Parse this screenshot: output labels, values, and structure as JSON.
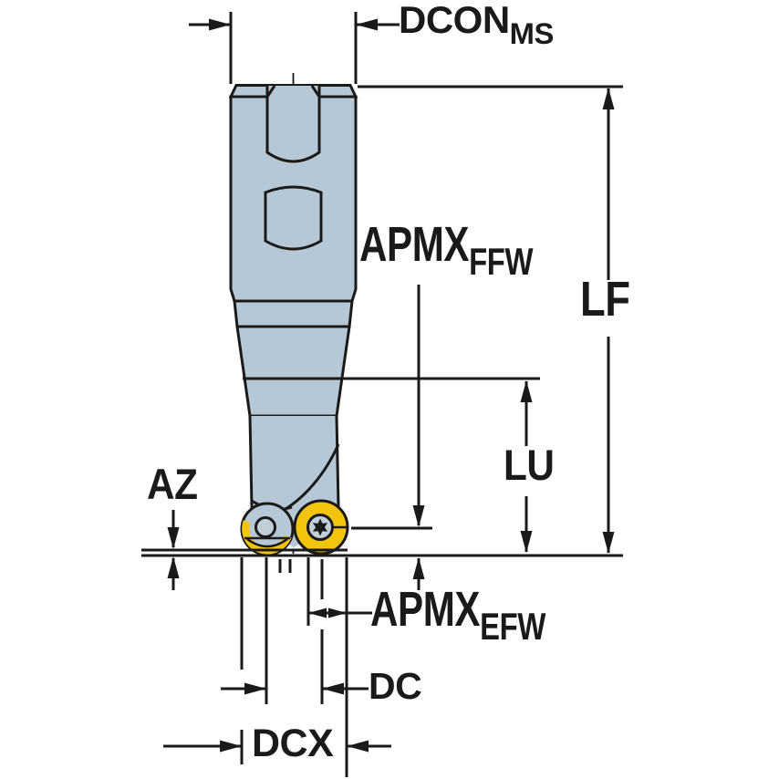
{
  "diagram": {
    "type": "technical-dimension-drawing",
    "subject": "round-insert ball nose milling cutter side view with dimension callouts",
    "colors": {
      "line": "#1a1a1a",
      "body": "#b6c8d5",
      "insert": "#f2c40e",
      "screw": "#c3cfd8",
      "background": "#ffffff"
    },
    "dimension_labels": {
      "dcon": {
        "main": "DCON",
        "sub": "MS"
      },
      "apmx_ffw": {
        "main": "APMX",
        "sub": "FFW"
      },
      "lf": {
        "main": "LF"
      },
      "lu": {
        "main": "LU"
      },
      "az": {
        "main": "AZ"
      },
      "apmx_efw": {
        "main": "APMX",
        "sub": "EFW"
      },
      "dc": {
        "main": "DC"
      },
      "dcx": {
        "main": "DCX"
      }
    }
  }
}
